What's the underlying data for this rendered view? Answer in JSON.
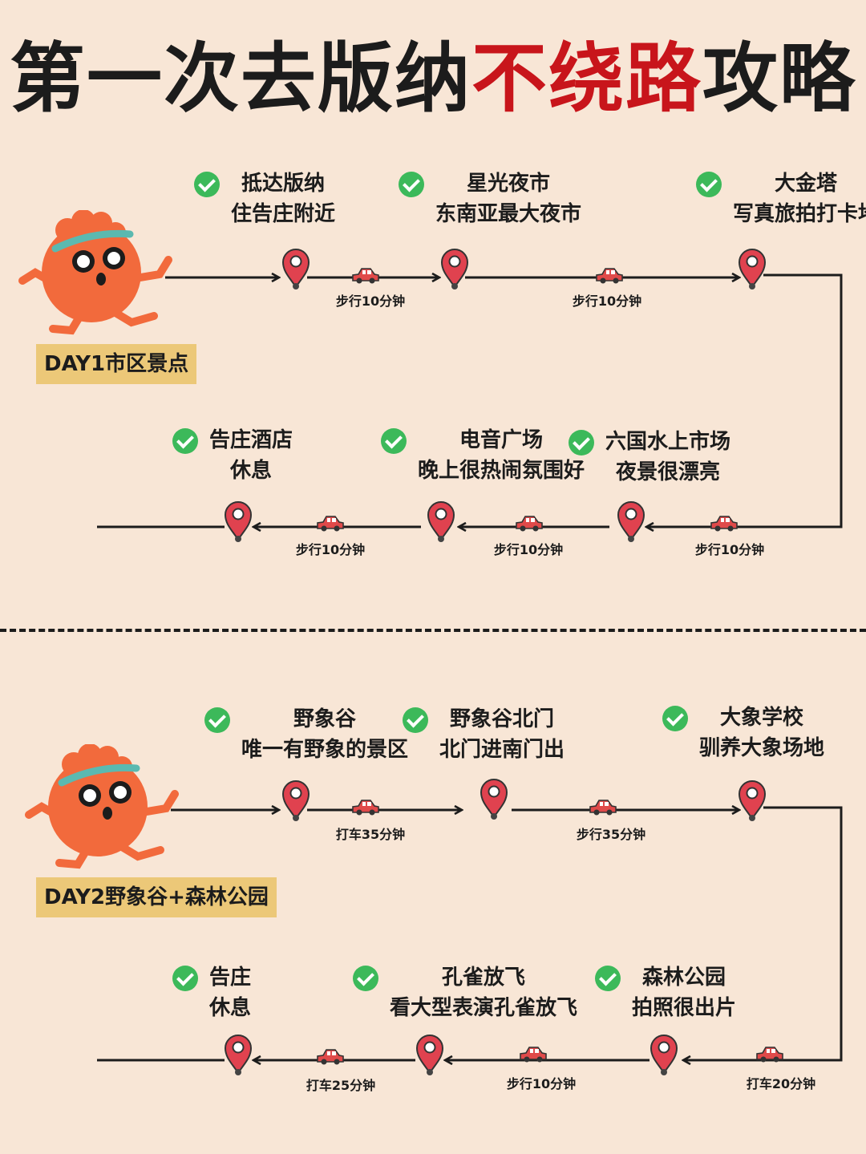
{
  "title": {
    "part1": "第一次去版纳",
    "part2": "不绕路",
    "part3": "攻略"
  },
  "day1": {
    "badge": "DAY1市区景点",
    "stops": [
      {
        "lines": [
          "抵达版纳",
          "住告庄附近"
        ]
      },
      {
        "lines": [
          "星光夜市",
          "东南亚最大夜市"
        ]
      },
      {
        "lines": [
          "大金塔",
          "写真旅拍打卡地"
        ]
      },
      {
        "lines": [
          "六国水上市场",
          "夜景很漂亮"
        ]
      },
      {
        "lines": [
          "电音广场",
          "晚上很热闹氛围好"
        ]
      },
      {
        "lines": [
          "告庄酒店",
          "休息"
        ]
      }
    ],
    "segments": [
      "步行10分钟",
      "步行10分钟",
      "步行10分钟",
      "步行10分钟",
      "步行10分钟"
    ]
  },
  "day2": {
    "badge": "DAY2野象谷+森林公园",
    "stops": [
      {
        "lines": [
          "野象谷",
          "唯一有野象的景区"
        ]
      },
      {
        "lines": [
          "野象谷北门",
          "北门进南门出"
        ]
      },
      {
        "lines": [
          "大象学校",
          "驯养大象场地"
        ]
      },
      {
        "lines": [
          "森林公园",
          "拍照很出片"
        ]
      },
      {
        "lines": [
          "孔雀放飞",
          "看大型表演孔雀放飞"
        ]
      },
      {
        "lines": [
          "告庄",
          "休息"
        ]
      }
    ],
    "segments": [
      "打车35分钟",
      "步行35分钟",
      "打车20分钟",
      "步行10分钟",
      "打车25分钟"
    ]
  },
  "colors": {
    "accent_red": "#c8151b",
    "check_green": "#3cb95a",
    "badge_yellow": "#ecc878",
    "pin_red": "#e0424f",
    "car_red": "#e04a4a",
    "mascot_orange": "#f26a3c",
    "headband_teal": "#5bb9b0"
  },
  "icons": [
    "check-icon",
    "map-pin-icon",
    "car-icon",
    "runner-mascot"
  ]
}
